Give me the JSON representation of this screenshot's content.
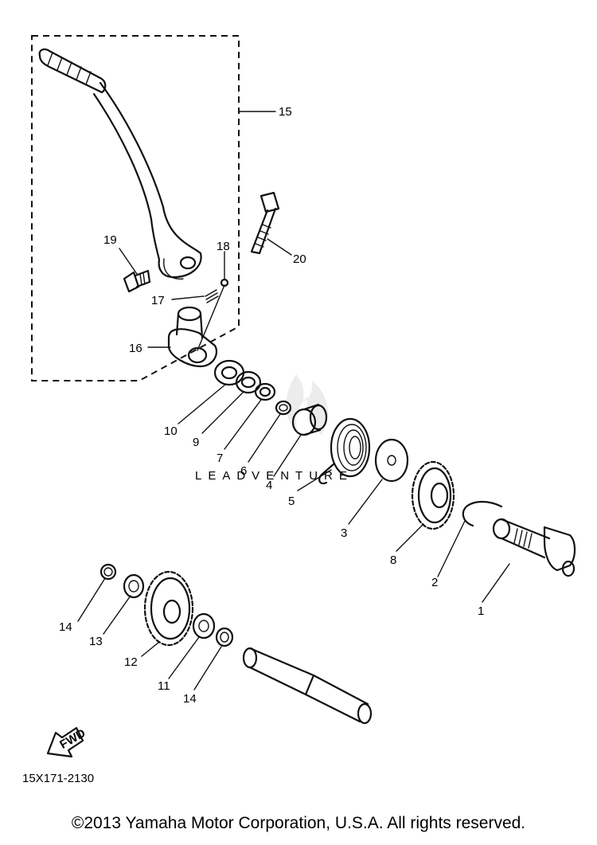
{
  "callouts": [
    {
      "id": "1",
      "label": "1"
    },
    {
      "id": "2",
      "label": "2"
    },
    {
      "id": "3",
      "label": "3"
    },
    {
      "id": "4",
      "label": "4"
    },
    {
      "id": "5",
      "label": "5"
    },
    {
      "id": "6",
      "label": "6"
    },
    {
      "id": "7",
      "label": "7"
    },
    {
      "id": "8",
      "label": "8"
    },
    {
      "id": "9",
      "label": "9"
    },
    {
      "id": "10",
      "label": "10"
    },
    {
      "id": "11",
      "label": "11"
    },
    {
      "id": "12",
      "label": "12"
    },
    {
      "id": "13",
      "label": "13"
    },
    {
      "id": "14a",
      "label": "14"
    },
    {
      "id": "14b",
      "label": "14"
    },
    {
      "id": "15",
      "label": "15"
    },
    {
      "id": "16",
      "label": "16"
    },
    {
      "id": "17",
      "label": "17"
    },
    {
      "id": "18",
      "label": "18"
    },
    {
      "id": "19",
      "label": "19"
    },
    {
      "id": "20",
      "label": "20"
    }
  ],
  "diagram_code": "15X171-2130",
  "fwd_label": "FWD",
  "watermark": "LEADVENTURE",
  "copyright": "©2013 Yamaha Motor Corporation, U.S.A. All rights reserved."
}
